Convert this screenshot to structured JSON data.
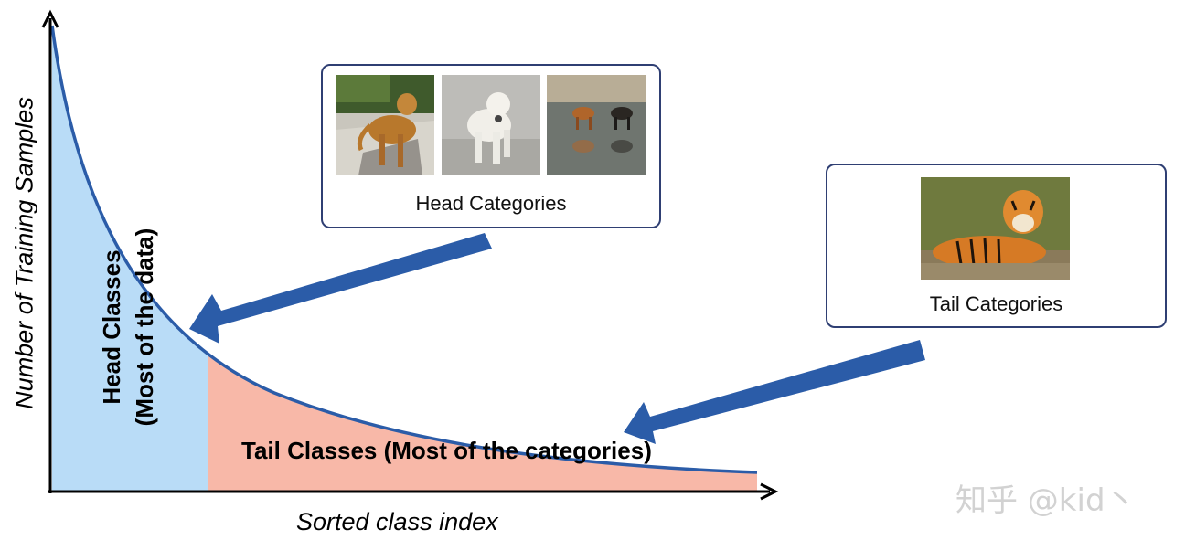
{
  "diagram": {
    "y_axis_label": "Number of Training Samples",
    "x_axis_label": "Sorted class index",
    "head_region": {
      "line1": "Head Classes",
      "line2": "(Most of the data)",
      "fill": "#b9dcf7"
    },
    "tail_region": {
      "label": "Tail Classes (Most of the categories)",
      "fill": "#f8b8a8"
    },
    "curve_color": "#2b5ca8",
    "arrow_color": "#2b5ca8",
    "head_box": {
      "label": "Head Categories",
      "photos": [
        "golden-dog-photo",
        "white-poodle-photo",
        "beach-dogs-photo"
      ]
    },
    "tail_box": {
      "label": "Tail Categories",
      "photos": [
        "tiger-photo"
      ]
    },
    "watermark": "知乎 @kid丶"
  }
}
